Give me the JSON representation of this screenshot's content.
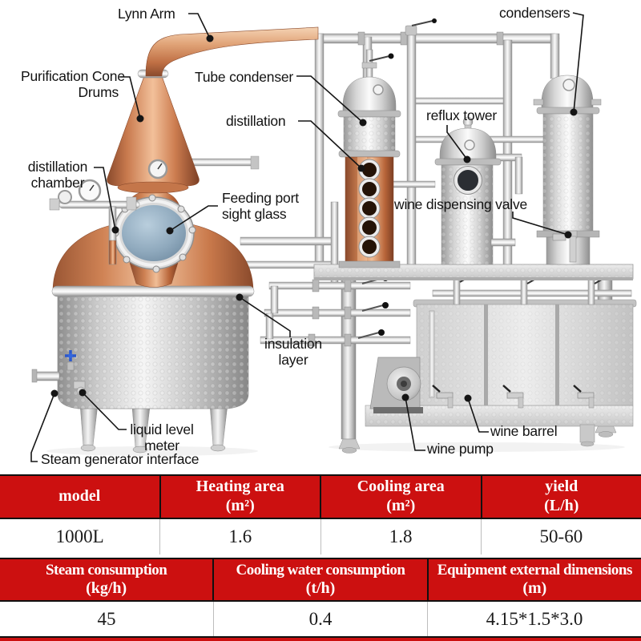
{
  "page": {
    "background": "#ffffff"
  },
  "diagram": {
    "labels": {
      "lynn_arm": "Lynn Arm",
      "condensers": "condensers",
      "purification_cone_1": "Purification Cone",
      "purification_cone_2": "Drums",
      "tube_condenser": "Tube condenser",
      "distillation": "distillation",
      "reflux_tower": "reflux tower",
      "distillation_chamber_1": "distillation",
      "distillation_chamber_2": "chamber",
      "feeding_port_1": "Feeding port",
      "feeding_port_2": "sight glass",
      "wine_dispensing_valve": "wine dispensing valve",
      "insulation_layer_1": "insulation",
      "insulation_layer_2": "layer",
      "liquid_level_meter_1": "liquid level",
      "liquid_level_meter_2": "meter",
      "steam_generator_interface": "Steam generator interface",
      "wine_barrel": "wine barrel",
      "wine_pump": "wine pump"
    },
    "colors": {
      "copper": "#c97a4e",
      "stainless": "#d6d6d6",
      "leader_line": "#151515"
    }
  },
  "spec_table": {
    "colors": {
      "header_bg": "#cc1010",
      "header_text": "#ffffff",
      "value_text": "#1a1a1a"
    },
    "table1": {
      "headers": [
        {
          "name": "model",
          "unit": ""
        },
        {
          "name": "Heating area",
          "unit": "(m²)"
        },
        {
          "name": "Cooling area",
          "unit": "(m²)"
        },
        {
          "name": "yield",
          "unit": "(L/h)"
        }
      ],
      "values": [
        "1000L",
        "1.6",
        "1.8",
        "50-60"
      ]
    },
    "table2": {
      "headers": [
        {
          "name": "Steam consumption",
          "unit": "(kg/h)"
        },
        {
          "name": "Cooling water consumption",
          "unit": "(t/h)"
        },
        {
          "name": "Equipment external dimensions",
          "unit": "(m)"
        }
      ],
      "values": [
        "45",
        "0.4",
        "4.15*1.5*3.0"
      ]
    }
  }
}
